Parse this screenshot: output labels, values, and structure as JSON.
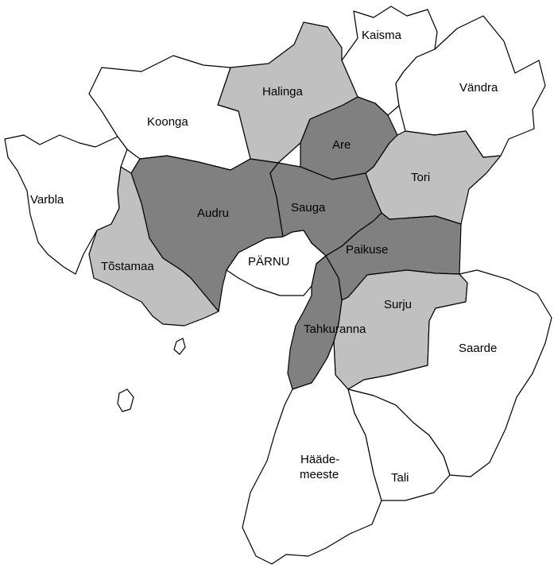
{
  "colors": {
    "light": "#ffffff",
    "medium": "#c0c0c0",
    "dark": "#808080"
  },
  "regions": [
    {
      "id": "kaisma",
      "name": "Kaisma",
      "shade": "light"
    },
    {
      "id": "vandra",
      "name": "Vändra",
      "shade": "light"
    },
    {
      "id": "halinga",
      "name": "Halinga",
      "shade": "medium"
    },
    {
      "id": "koonga",
      "name": "Koonga",
      "shade": "light"
    },
    {
      "id": "are",
      "name": "Are",
      "shade": "dark"
    },
    {
      "id": "tori",
      "name": "Tori",
      "shade": "medium"
    },
    {
      "id": "varbla",
      "name": "Varbla",
      "shade": "light"
    },
    {
      "id": "audru",
      "name": "Audru",
      "shade": "dark"
    },
    {
      "id": "sauga",
      "name": "Sauga",
      "shade": "dark"
    },
    {
      "id": "paikuse",
      "name": "Paikuse",
      "shade": "dark"
    },
    {
      "id": "tostamaa",
      "name": "Tõstamaa",
      "shade": "medium"
    },
    {
      "id": "parnu",
      "name": "PÄRNU",
      "shade": "light"
    },
    {
      "id": "surju",
      "name": "Surju",
      "shade": "medium"
    },
    {
      "id": "tahkuranna",
      "name": "Tahkuranna",
      "shade": "dark"
    },
    {
      "id": "saarde",
      "name": "Saarde",
      "shade": "light"
    },
    {
      "id": "haademeeste",
      "name_line1": "Hääde-",
      "name_line2": "meeste",
      "shade": "light"
    },
    {
      "id": "tali",
      "name": "Tali",
      "shade": "light"
    }
  ]
}
